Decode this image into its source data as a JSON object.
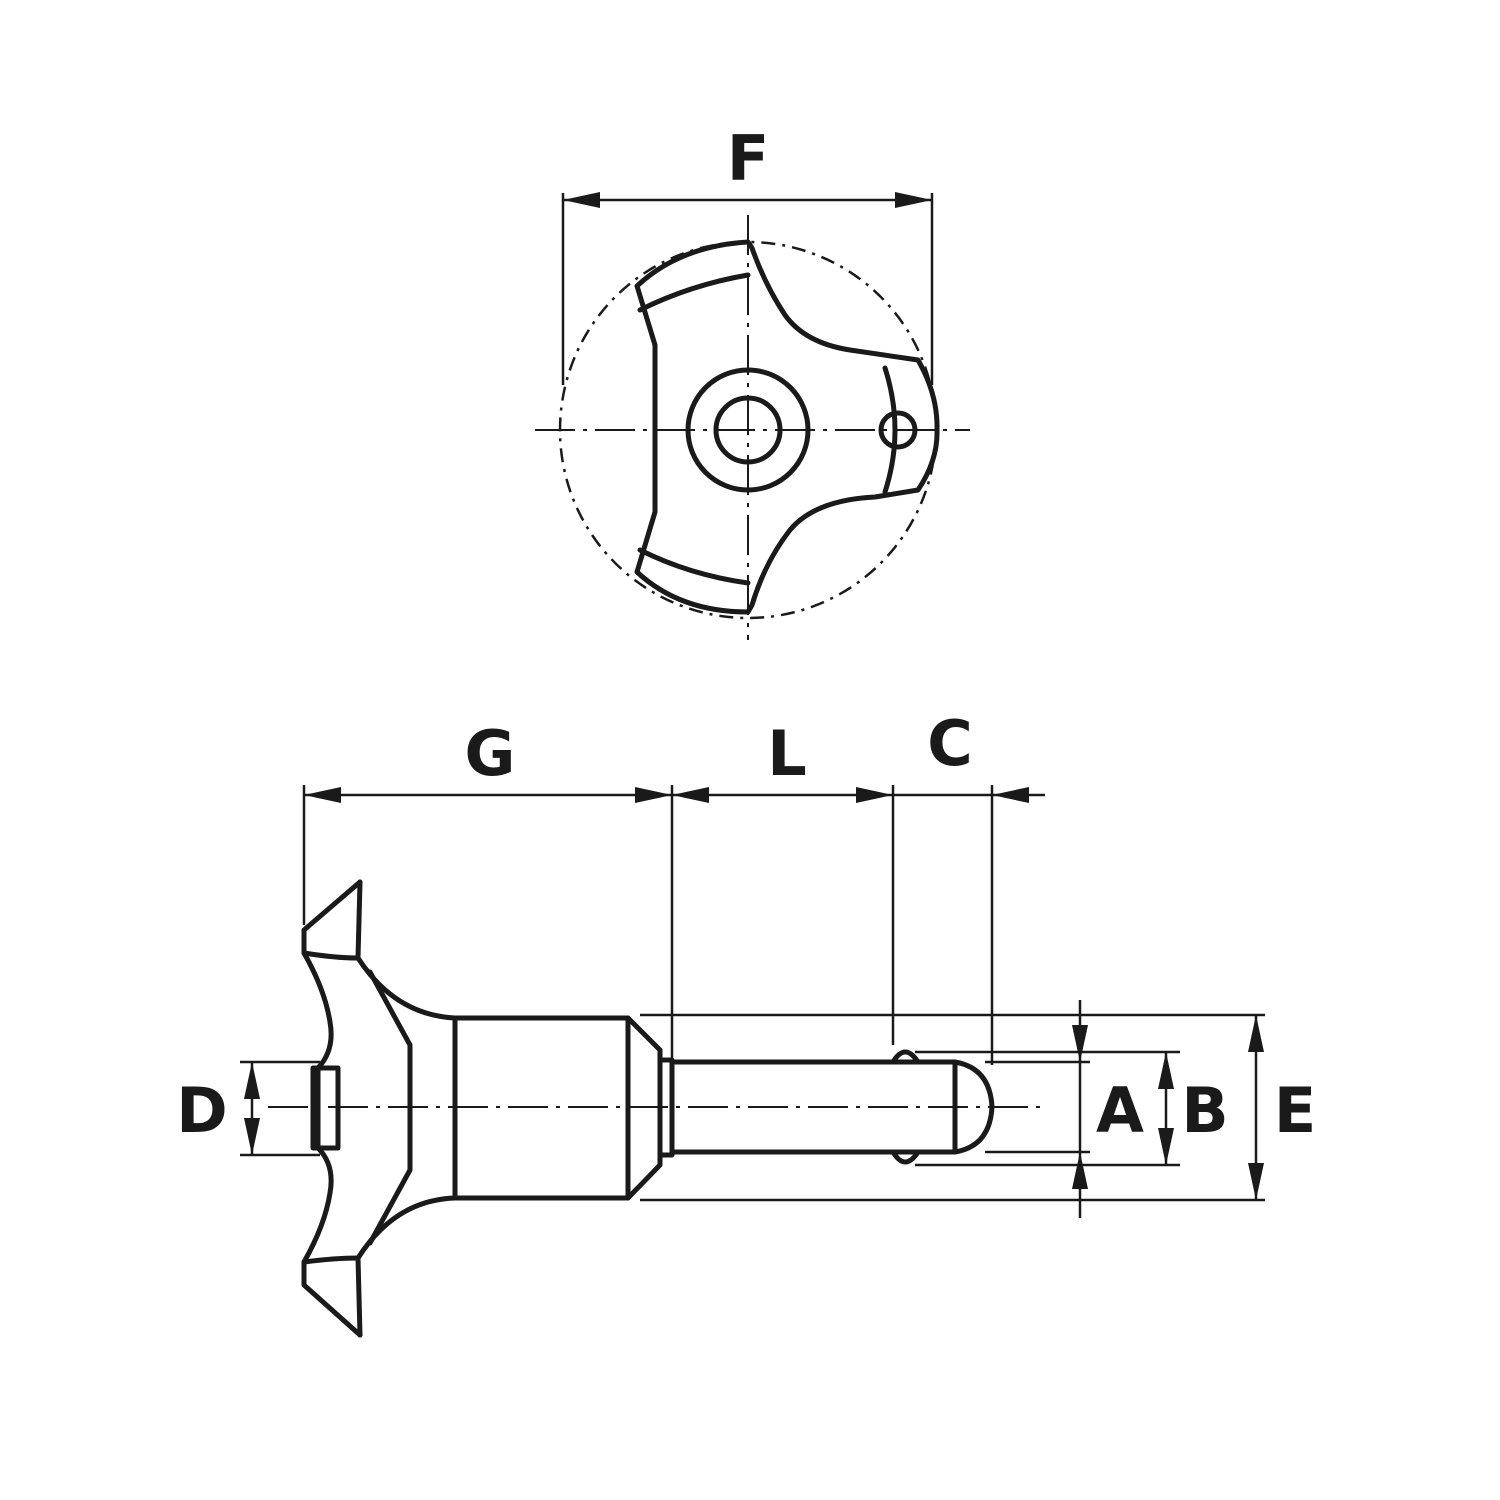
{
  "labels": {
    "F": "F",
    "G": "G",
    "L": "L",
    "C": "C",
    "D": "D",
    "A": "A",
    "B": "B",
    "E": "E"
  }
}
